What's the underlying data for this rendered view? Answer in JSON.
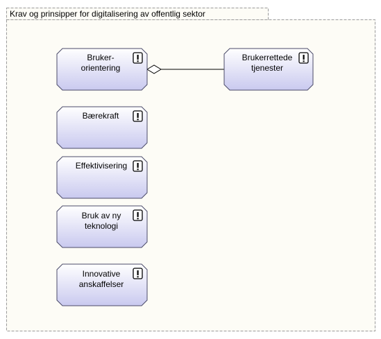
{
  "package": {
    "title": "Krav og prinsipper for digitalisering av offentlig sektor"
  },
  "elements": [
    {
      "id": "brukerorientering",
      "lines": [
        "Bruker-",
        "orientering"
      ],
      "icon": "exclamation-icon"
    },
    {
      "id": "brukerrettede",
      "lines": [
        "Brukerrettede",
        "tjenester"
      ],
      "icon": "exclamation-icon"
    },
    {
      "id": "baerekraft",
      "lines": [
        "Bærekraft"
      ],
      "icon": "exclamation-icon"
    },
    {
      "id": "effektivisering",
      "lines": [
        "Effektivisering"
      ],
      "icon": "exclamation-icon"
    },
    {
      "id": "bruk-av-ny-teknologi",
      "lines": [
        "Bruk av ny",
        "teknologi"
      ],
      "icon": "exclamation-icon"
    },
    {
      "id": "innovative-anskaffelser",
      "lines": [
        "Innovative",
        "anskaffelser"
      ],
      "icon": "exclamation-icon"
    }
  ],
  "relations": [
    {
      "from": "brukerorientering",
      "to": "brukerrettede",
      "type": "aggregation"
    }
  ],
  "colors": {
    "package_fill": "#fdfcf6",
    "package_border": "#9a9a9a",
    "box_top": "#ffffff",
    "box_bottom": "#c9c9ef",
    "box_border": "#4a4a68"
  }
}
